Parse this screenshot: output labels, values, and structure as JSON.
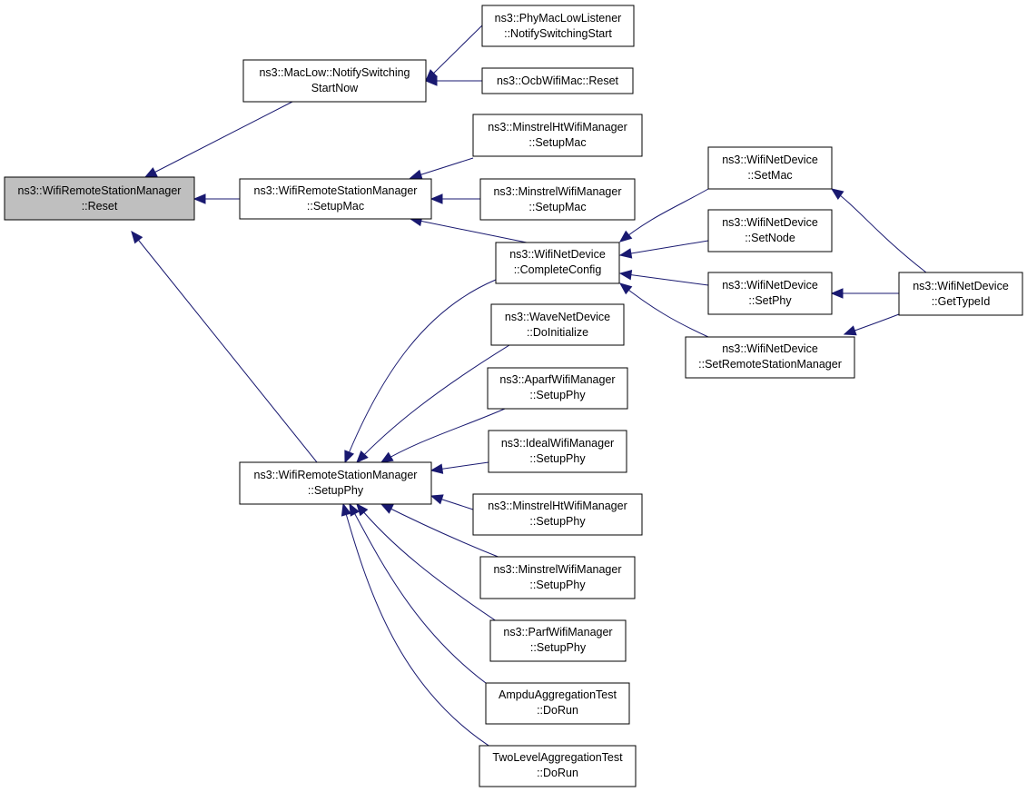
{
  "colors": {
    "edge": "#191970",
    "root_fill": "#bfbfbf",
    "node_fill": "#ffffff",
    "border": "#000000"
  },
  "nodes": {
    "reset": {
      "line1": "ns3::WifiRemoteStationManager",
      "line2": "::Reset"
    },
    "notify_now": {
      "line1": "ns3::MacLow::NotifySwitching",
      "line2": "StartNow"
    },
    "phymac": {
      "line1": "ns3::PhyMacLowListener",
      "line2": "::NotifySwitchingStart"
    },
    "ocb_reset": {
      "line1": "ns3::OcbWifiMac::Reset",
      "line2": ""
    },
    "setupmac": {
      "line1": "ns3::WifiRemoteStationManager",
      "line2": "::SetupMac"
    },
    "mht_mac": {
      "line1": "ns3::MinstrelHtWifiManager",
      "line2": "::SetupMac"
    },
    "m_mac": {
      "line1": "ns3::MinstrelWifiManager",
      "line2": "::SetupMac"
    },
    "complete": {
      "line1": "ns3::WifiNetDevice",
      "line2": "::CompleteConfig"
    },
    "setmac": {
      "line1": "ns3::WifiNetDevice",
      "line2": "::SetMac"
    },
    "setnode": {
      "line1": "ns3::WifiNetDevice",
      "line2": "::SetNode"
    },
    "setphy": {
      "line1": "ns3::WifiNetDevice",
      "line2": "::SetPhy"
    },
    "setrsm": {
      "line1": "ns3::WifiNetDevice",
      "line2": "::SetRemoteStationManager"
    },
    "gettypeid": {
      "line1": "ns3::WifiNetDevice",
      "line2": "::GetTypeId"
    },
    "setupphy": {
      "line1": "ns3::WifiRemoteStationManager",
      "line2": "::SetupPhy"
    },
    "wave": {
      "line1": "ns3::WaveNetDevice",
      "line2": "::DoInitialize"
    },
    "aparf": {
      "line1": "ns3::AparfWifiManager",
      "line2": "::SetupPhy"
    },
    "ideal": {
      "line1": "ns3::IdealWifiManager",
      "line2": "::SetupPhy"
    },
    "mht_phy": {
      "line1": "ns3::MinstrelHtWifiManager",
      "line2": "::SetupPhy"
    },
    "m_phy": {
      "line1": "ns3::MinstrelWifiManager",
      "line2": "::SetupPhy"
    },
    "parf": {
      "line1": "ns3::ParfWifiManager",
      "line2": "::SetupPhy"
    },
    "ampdu": {
      "line1": "AmpduAggregationTest",
      "line2": "::DoRun"
    },
    "twolevel": {
      "line1": "TwoLevelAggregationTest",
      "line2": "::DoRun"
    }
  },
  "edges": [
    {
      "from": "notify_now",
      "to": "reset"
    },
    {
      "from": "phymac",
      "to": "notify_now"
    },
    {
      "from": "ocb_reset",
      "to": "notify_now"
    },
    {
      "from": "setupmac",
      "to": "reset"
    },
    {
      "from": "mht_mac",
      "to": "setupmac"
    },
    {
      "from": "m_mac",
      "to": "setupmac"
    },
    {
      "from": "complete",
      "to": "setupmac"
    },
    {
      "from": "setmac",
      "to": "complete"
    },
    {
      "from": "setnode",
      "to": "complete"
    },
    {
      "from": "setphy",
      "to": "complete"
    },
    {
      "from": "setrsm",
      "to": "complete"
    },
    {
      "from": "gettypeid",
      "to": "setmac"
    },
    {
      "from": "gettypeid",
      "to": "setphy"
    },
    {
      "from": "gettypeid",
      "to": "setrsm"
    },
    {
      "from": "setupphy",
      "to": "reset"
    },
    {
      "from": "complete",
      "to": "setupphy"
    },
    {
      "from": "wave",
      "to": "setupphy"
    },
    {
      "from": "aparf",
      "to": "setupphy"
    },
    {
      "from": "ideal",
      "to": "setupphy"
    },
    {
      "from": "mht_phy",
      "to": "setupphy"
    },
    {
      "from": "m_phy",
      "to": "setupphy"
    },
    {
      "from": "parf",
      "to": "setupphy"
    },
    {
      "from": "ampdu",
      "to": "setupphy"
    },
    {
      "from": "twolevel",
      "to": "setupphy"
    }
  ]
}
